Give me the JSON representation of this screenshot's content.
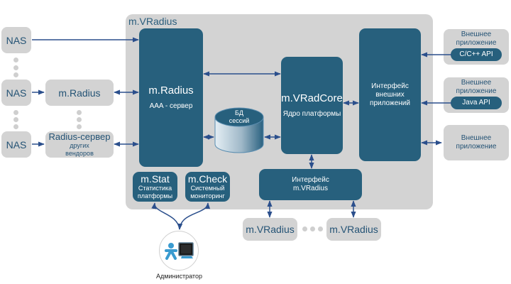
{
  "system": {
    "title": "m.VRadius",
    "m_radius": {
      "title": "m.Radius",
      "subtitle": "AAA - сервер"
    },
    "db": {
      "line1": "БД",
      "line2": "сессий"
    },
    "core": {
      "title": "m.VRadCore",
      "subtitle": "Ядро платформы"
    },
    "ext_iface": {
      "line1": "Интерфейс",
      "line2": "внешних",
      "line3": "приложений"
    },
    "vr_iface": {
      "line1": "Интерфейс",
      "line2": "m.VRadius"
    },
    "stat": {
      "title": "m.Stat",
      "line1": "Статистика",
      "line2": "платформы"
    },
    "check": {
      "title": "m.Check",
      "line1": "Системный",
      "line2": "мониторинг"
    }
  },
  "left": {
    "nas": [
      "NAS",
      "NAS",
      "NAS"
    ],
    "proxy_radius": "m.Radius",
    "vendor_radius": {
      "title": "Radius-сервер",
      "line1": "других",
      "line2": "вендоров"
    }
  },
  "external_apps": [
    {
      "label1": "Внешнее",
      "label2": "приложение",
      "api": "C/C++ API"
    },
    {
      "label1": "Внешнее",
      "label2": "приложение",
      "api": "Java API"
    },
    {
      "label1": "Внешнее",
      "label2": "приложение"
    }
  ],
  "cluster": [
    "m.VRadius",
    "m.VRadius"
  ],
  "admin": {
    "label": "Администратор"
  },
  "colors": {
    "dark_blue": "#27607d",
    "gray": "#d3d3d3",
    "arrow": "#2b4f8c",
    "text_blue": "#245375"
  }
}
